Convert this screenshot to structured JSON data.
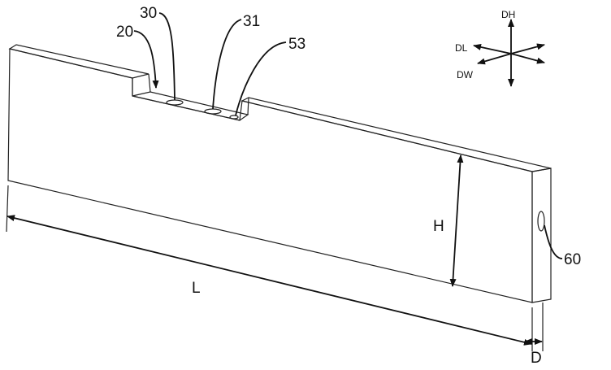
{
  "figure": {
    "labels": {
      "ref_20": "20",
      "ref_30": "30",
      "ref_31": "31",
      "ref_53": "53",
      "ref_60": "60",
      "dim_H": "H",
      "dim_L": "L",
      "dim_D": "D"
    },
    "axes": {
      "dh": "DH",
      "dl": "DL",
      "dw": "DW"
    }
  }
}
